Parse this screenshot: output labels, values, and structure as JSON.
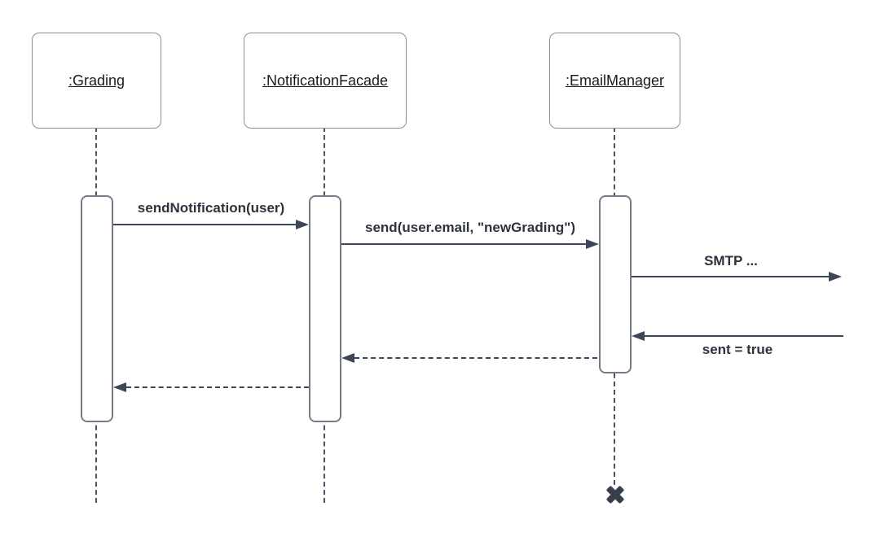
{
  "diagram": {
    "type": "uml-sequence-diagram",
    "actors": [
      {
        "name": ":Grading"
      },
      {
        "name": ":NotificationFacade"
      },
      {
        "name": ":EmailManager"
      }
    ],
    "messages": [
      {
        "label": "sendNotification(user)",
        "from": ":Grading",
        "to": ":NotificationFacade",
        "style": "solid",
        "direction": "right"
      },
      {
        "label": "send(user.email, \"newGrading\")",
        "from": ":NotificationFacade",
        "to": ":EmailManager",
        "style": "solid",
        "direction": "right"
      },
      {
        "label": "SMTP ...",
        "from": ":EmailManager",
        "to": "external-right",
        "style": "solid",
        "direction": "right"
      },
      {
        "label": "sent = true",
        "from": "external-right",
        "to": ":EmailManager",
        "style": "solid",
        "direction": "left"
      },
      {
        "label": "",
        "from": ":EmailManager",
        "to": ":NotificationFacade",
        "style": "dashed-return",
        "direction": "left"
      },
      {
        "label": "",
        "from": ":NotificationFacade",
        "to": ":Grading",
        "style": "dashed-return",
        "direction": "left"
      }
    ],
    "destruction": {
      "actor": ":EmailManager",
      "marker": "x-cross"
    },
    "colors": {
      "line": "#3d4656",
      "text": "#2d323d",
      "actor_text": "#1a1a1a",
      "box_border": "#8a8f99",
      "bar_border": "#767c87",
      "background": "#ffffff"
    }
  }
}
